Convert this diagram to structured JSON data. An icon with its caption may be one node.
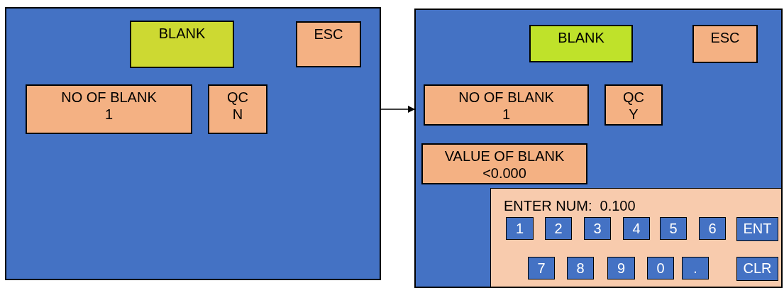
{
  "diagram": {
    "nodes": [
      {
        "text": [],
        "shape": "box"
      },
      {
        "text": [
          "BLANK"
        ],
        "in": 0
      },
      {
        "text": [
          "ESC"
        ],
        "in": 0
      },
      {
        "text": [
          "NO OF BLANK",
          "1"
        ],
        "in": 0
      },
      {
        "text": [
          "QC",
          "N"
        ],
        "in": 0
      },
      {
        "text": [],
        "shape": "box"
      },
      {
        "text": [
          "BLANK"
        ],
        "in": 5
      },
      {
        "text": [
          "ESC"
        ],
        "in": 5
      },
      {
        "text": [
          "NO OF BLANK",
          "1"
        ],
        "in": 5
      },
      {
        "text": [
          "QC",
          "Y"
        ],
        "in": 5
      },
      {
        "text": [
          "VALUE OF BLANK",
          "<0.000"
        ],
        "in": 5
      },
      {
        "text": [
          "ENTER NUM:  0.100"
        ],
        "in": 5
      },
      {
        "text": [
          "1"
        ],
        "in": 11
      },
      {
        "text": [
          "2"
        ],
        "in": 11
      },
      {
        "text": [
          "3"
        ],
        "in": 11
      },
      {
        "text": [
          "4"
        ],
        "in": 11
      },
      {
        "text": [
          "5"
        ],
        "in": 11
      },
      {
        "text": [
          "6"
        ],
        "in": 11
      },
      {
        "text": [
          "ENT"
        ],
        "in": 11
      },
      {
        "text": [
          "7"
        ],
        "in": 11
      },
      {
        "text": [
          "8"
        ],
        "in": 11
      },
      {
        "text": [
          "9"
        ],
        "in": 11
      },
      {
        "text": [
          "0"
        ],
        "in": 11
      },
      {
        "text": [
          "."
        ],
        "in": 11
      },
      {
        "text": [
          "CLR"
        ],
        "in": 11
      }
    ],
    "edges": [
      {
        "from": 0,
        "to": 5,
        "arrow": "to"
      }
    ]
  }
}
